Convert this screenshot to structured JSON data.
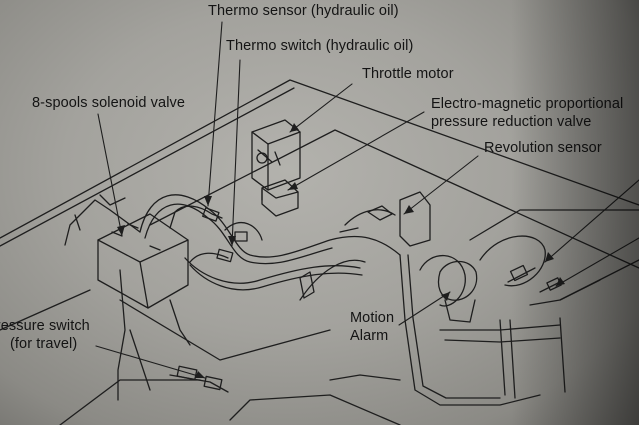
{
  "diagram": {
    "labels": {
      "thermo_sensor": "Thermo sensor (hydraulic oil)",
      "thermo_switch": "Thermo switch (hydraulic oil)",
      "throttle_motor": "Throttle motor",
      "spools_valve": "8-spools solenoid valve",
      "em_valve_line1": "Electro-magnetic proportional",
      "em_valve_line2": "pressure reduction valve",
      "revolution_sensor": "Revolution sensor",
      "pressure_switch_line1": "Pressure switch",
      "pressure_switch_line2": "(for travel)",
      "motion_alarm_line1": "Motion",
      "motion_alarm_line2": "Alarm"
    }
  }
}
